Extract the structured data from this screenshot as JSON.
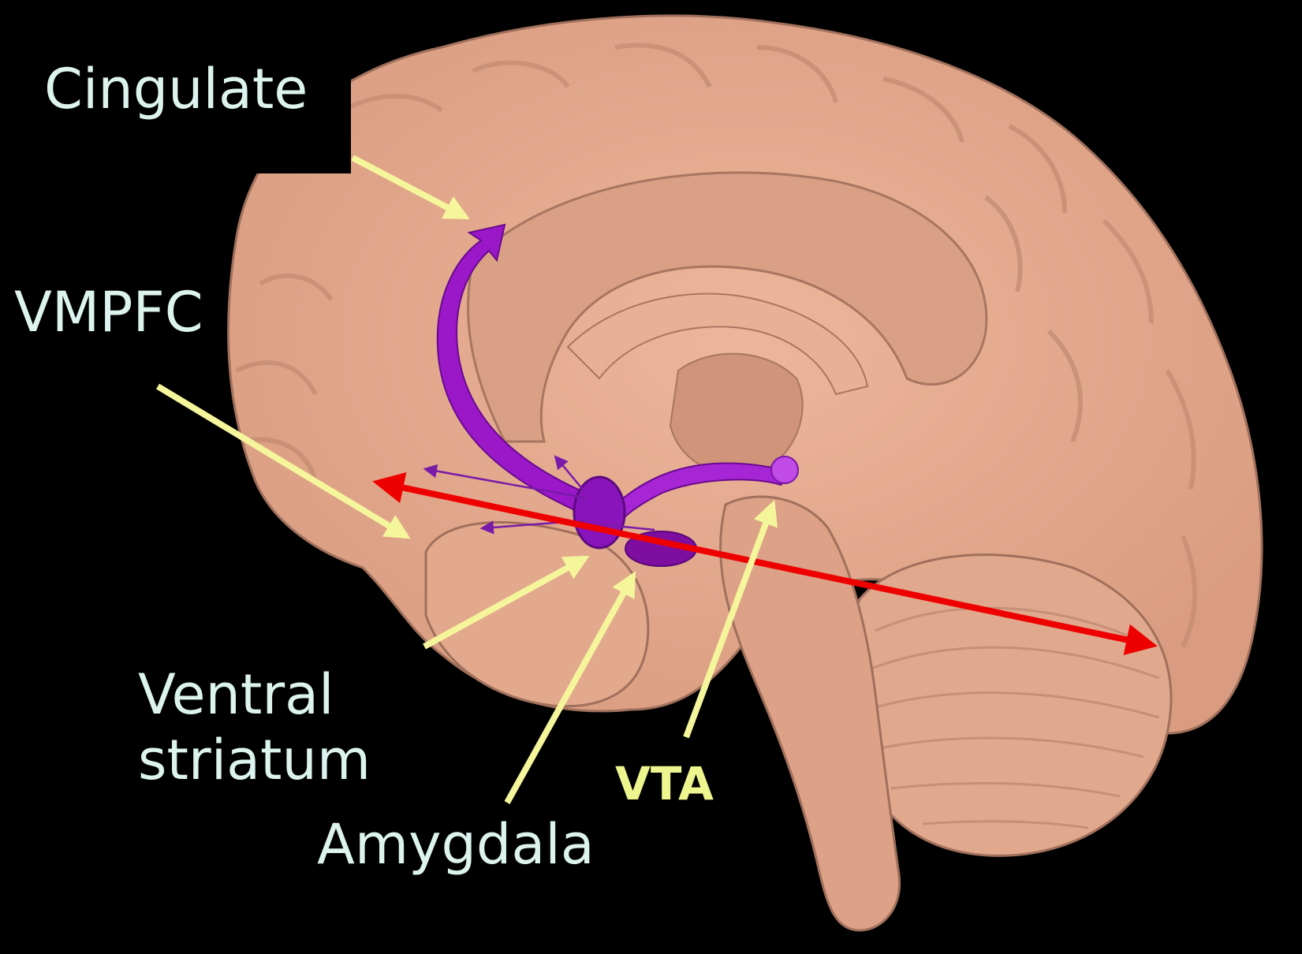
{
  "labels": {
    "cingulate": "Cingulate",
    "vmpfc": "VMPFC",
    "ventral_striatum_line1": "Ventral",
    "ventral_striatum_line2": "striatum",
    "amygdala": "Amygdala",
    "vta": "VTA"
  },
  "colors": {
    "background": "#000000",
    "brain": "#e6ad91",
    "brain_shadow": "#b98670",
    "pathway": "#9a18c8",
    "pointer_arrow": "#f5f59c",
    "red_arrow": "#ee0000",
    "label_text": "#dcf3ee",
    "vta_text": "#edf58e"
  }
}
